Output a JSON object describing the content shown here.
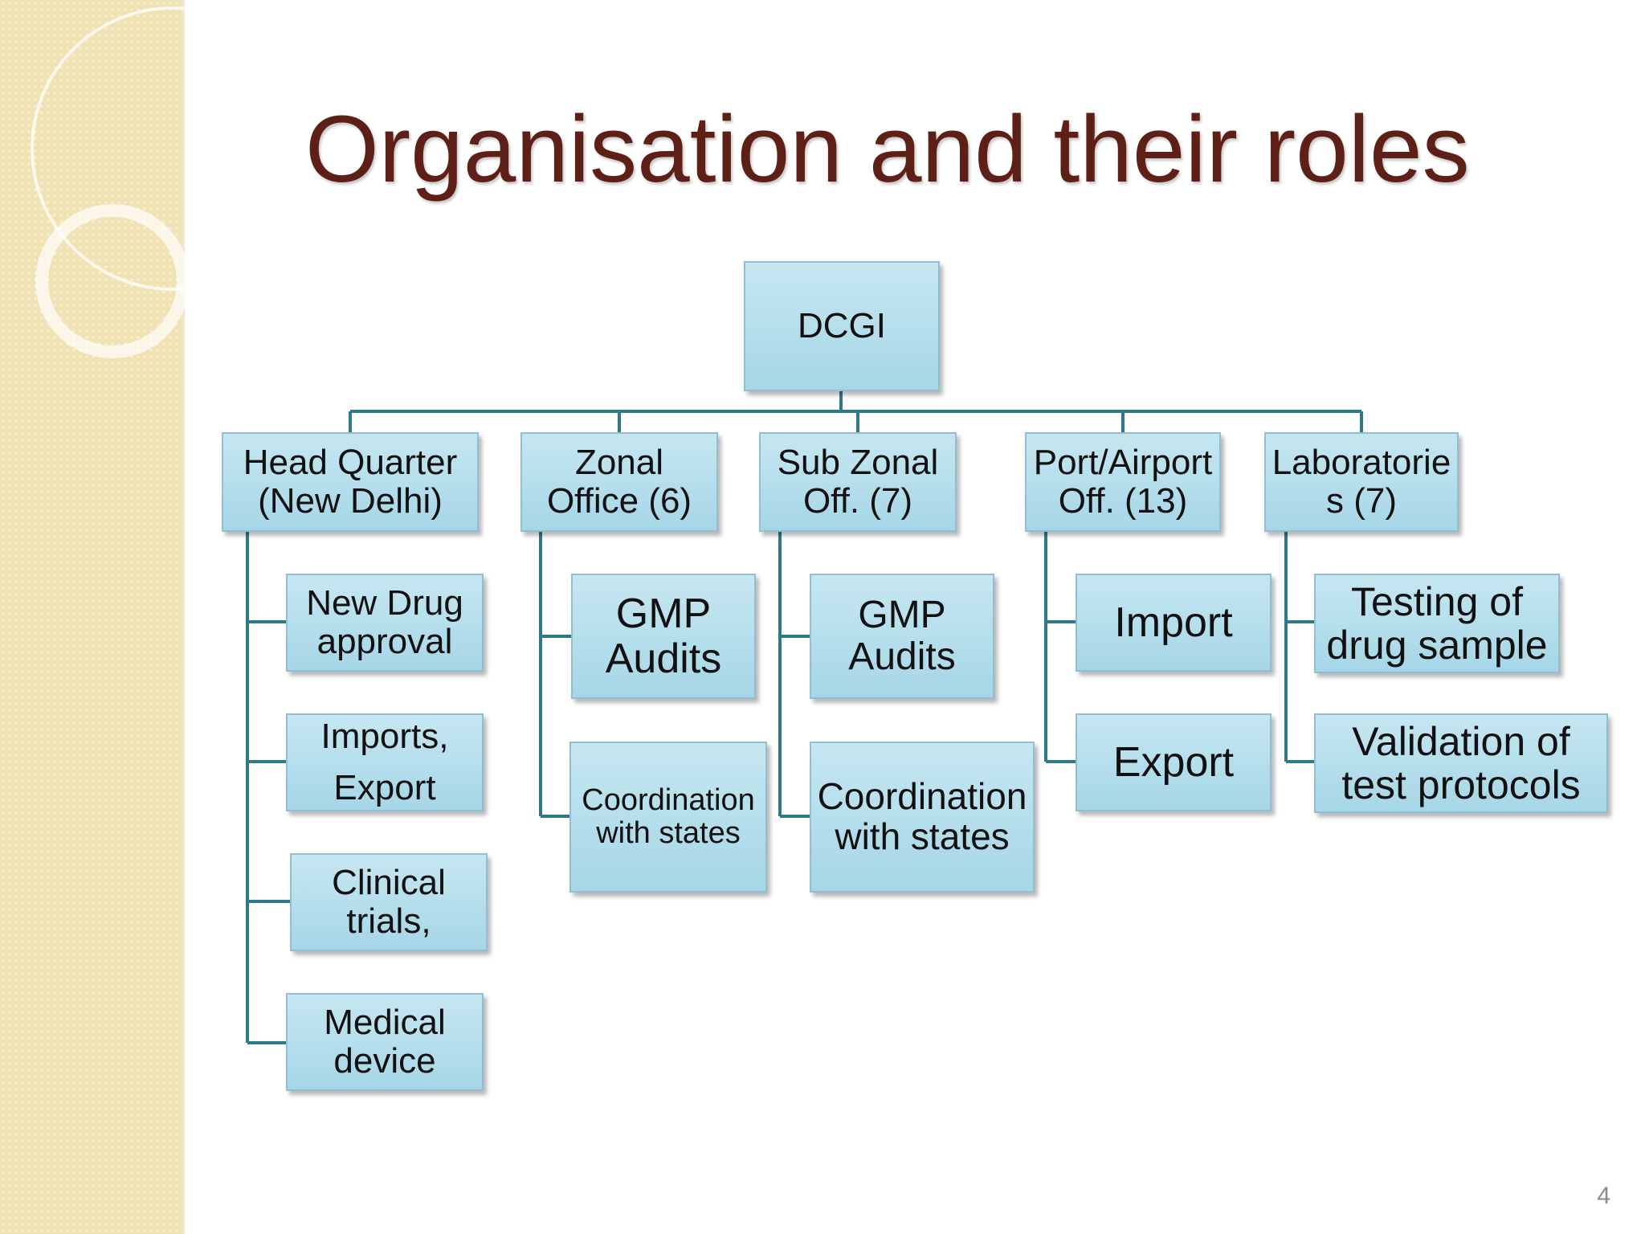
{
  "title": "Organisation and their roles",
  "slide_number": "4",
  "root": "DCGI",
  "branches": [
    {
      "label": "Head Quarter\n(New Delhi)",
      "children": [
        "New Drug\napproval",
        "Imports,\nExport",
        "Clinical\ntrials,",
        "Medical\ndevice"
      ]
    },
    {
      "label": "Zonal\nOffice (6)",
      "children": [
        "GMP\nAudits",
        "Coordination\nwith states"
      ]
    },
    {
      "label": "Sub Zonal\nOff. (7)",
      "children": [
        "GMP\nAudits",
        "Coordination\nwith states"
      ]
    },
    {
      "label": "Port/Airport\nOff. (13)",
      "children": [
        "Import",
        "Export"
      ]
    },
    {
      "label": "Laboratorie\ns (7)",
      "children": [
        "Testing of\ndrug sample",
        "Validation of\ntest protocols"
      ]
    }
  ],
  "colors": {
    "title": "#5e1f17",
    "box_fill": "#b5dcec",
    "connector": "#2f7a8a",
    "sidebar": "#f1e2b3"
  }
}
